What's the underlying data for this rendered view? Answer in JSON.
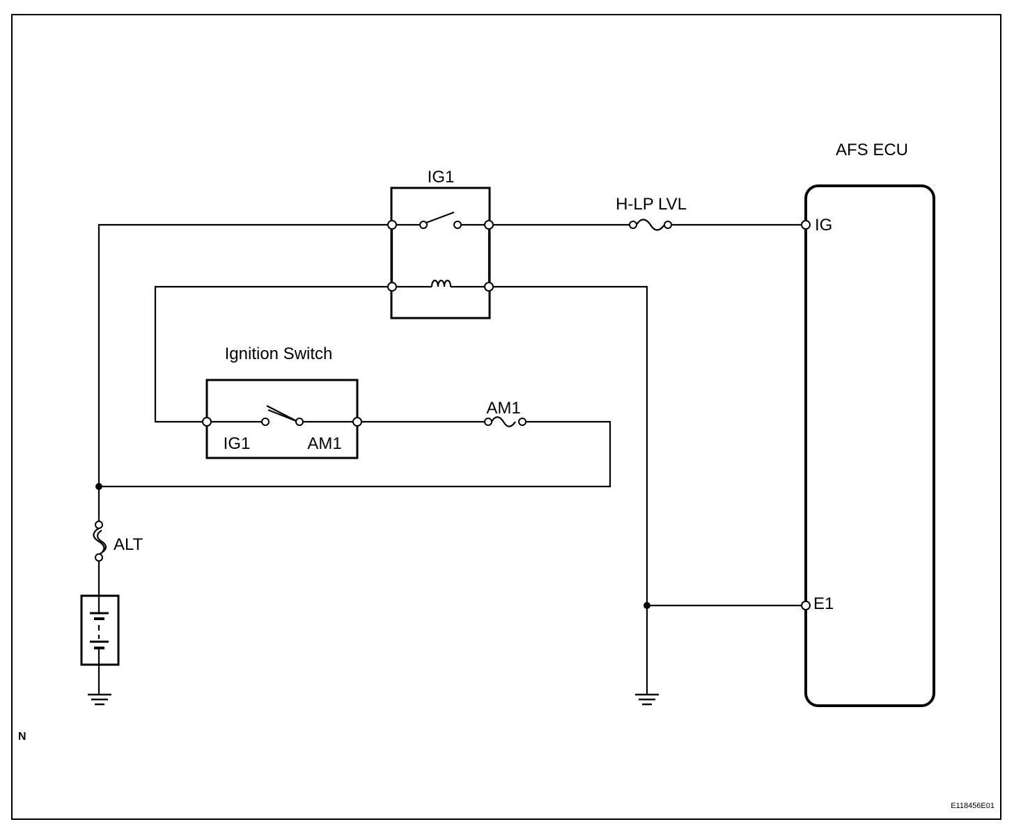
{
  "labels": {
    "ecu_title": "AFS ECU",
    "ecu_pin_ig": "IG",
    "ecu_pin_e1": "E1",
    "relay_title": "IG1",
    "fuse_hlp": "H-LP LVL",
    "fuse_am1": "AM1",
    "fuse_alt": "ALT",
    "ignition_switch_title": "Ignition Switch",
    "ignition_switch_ig1": "IG1",
    "ignition_switch_am1": "AM1",
    "corner_mark": "N",
    "figure_code": "E118456E01"
  },
  "icons": {
    "relay_contact": "relay-switch-icon",
    "relay_coil": "coil-icon",
    "ignition_contact": "ignition-switch-contact-icon",
    "fuse": "fuse-icon",
    "battery": "battery-icon",
    "ground": "ground-icon"
  }
}
